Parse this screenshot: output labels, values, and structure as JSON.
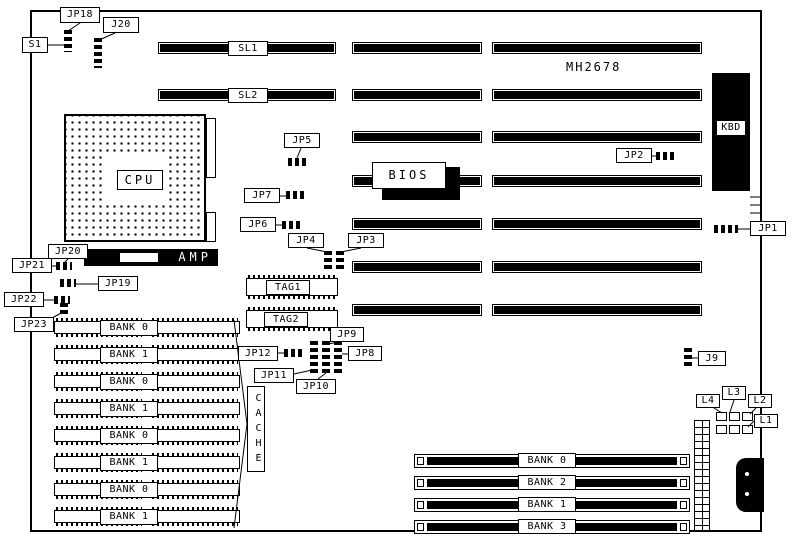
{
  "diagram": {
    "part_number": "MH2678"
  },
  "labels": {
    "s1": "S1",
    "jp18": "JP18",
    "j20": "J20",
    "sl1": "SL1",
    "sl2": "SL2",
    "kbd": "KBD",
    "cpu": "CPU",
    "amp": "AMP",
    "bios": "BIOS",
    "jp1": "JP1",
    "jp2": "JP2",
    "jp3": "JP3",
    "jp4": "JP4",
    "jp5": "JP5",
    "jp6": "JP6",
    "jp7": "JP7",
    "jp8": "JP8",
    "jp9": "JP9",
    "jp10": "JP10",
    "jp11": "JP11",
    "jp12": "JP12",
    "jp19": "JP19",
    "jp20": "JP20",
    "jp21": "JP21",
    "jp22": "JP22",
    "jp23": "JP23",
    "tag1": "TAG1",
    "tag2": "TAG2",
    "cache": "CACHE",
    "j9": "J9",
    "l1": "L1",
    "l2": "L2",
    "l3": "L3",
    "l4": "L4"
  },
  "memory_banks_left": [
    "BANK 0",
    "BANK 1",
    "BANK 0",
    "BANK 1",
    "BANK 0",
    "BANK 1",
    "BANK 0",
    "BANK 1"
  ],
  "simm_banks": [
    "BANK 0",
    "BANK 2",
    "BANK 1",
    "BANK 3"
  ]
}
